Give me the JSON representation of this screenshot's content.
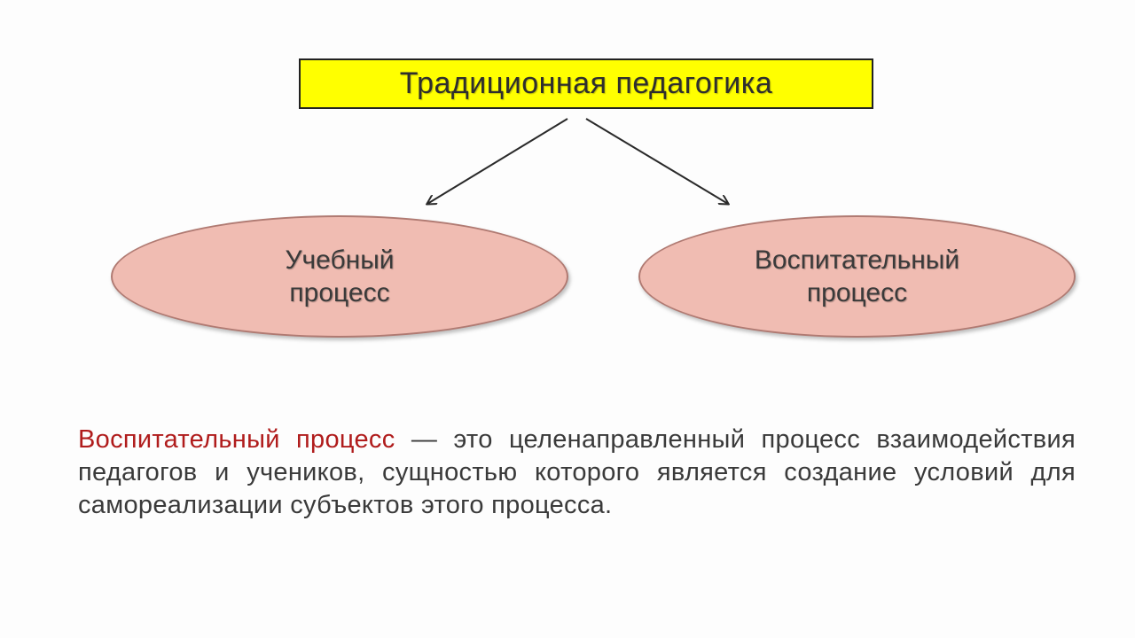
{
  "diagram": {
    "title": "Традиционная педагогика",
    "nodes": [
      {
        "id": "left",
        "line1": "Учебный",
        "line2": "процесс"
      },
      {
        "id": "right",
        "line1": "Воспитательный",
        "line2": "процесс"
      }
    ]
  },
  "definition": {
    "term": "Воспитательный процесс",
    "text": " — это целенаправленный процесс взаимодействия педагогов и учеников, сущностью которого является создание условий для самореализации субъектов этого процесса."
  },
  "colors": {
    "title_bg": "#ffff00",
    "ellipse_fill": "#f0bcb2",
    "term_color": "#b01c1c"
  }
}
